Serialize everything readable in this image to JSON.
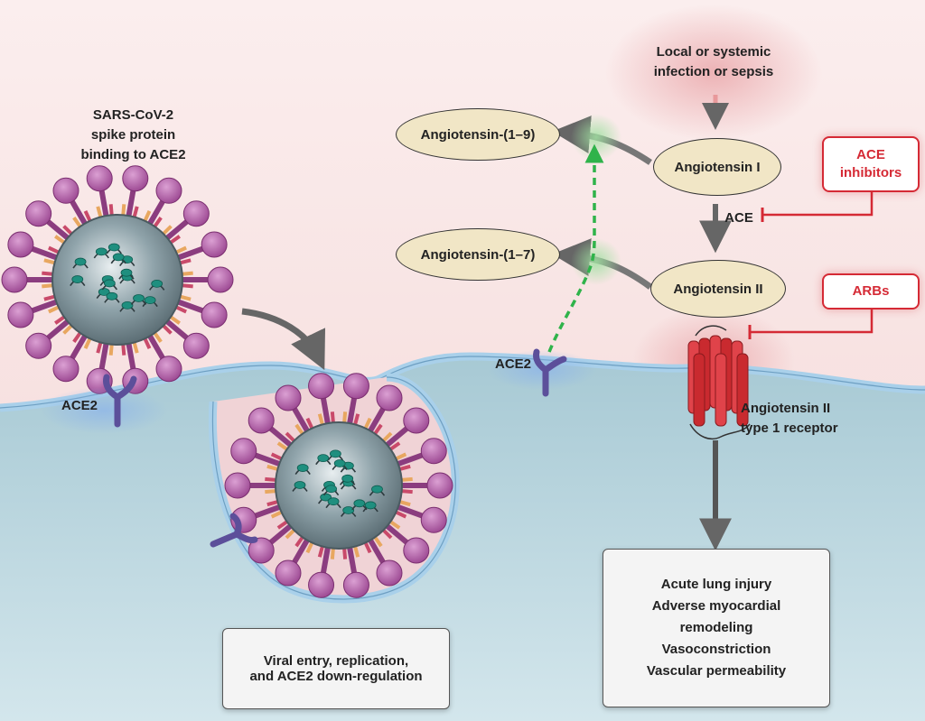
{
  "virus_label": [
    "SARS-CoV-2",
    "spike protein",
    "binding to ACE2"
  ],
  "receptor_labels": {
    "ace2_left": "ACE2",
    "ace2_right": "ACE2"
  },
  "infection_label": [
    "Local or systemic",
    "infection or sepsis"
  ],
  "ovals": {
    "ang_1_9": "Angiotensin-(1–9)",
    "ang_1": "Angiotensin I",
    "ang_1_7": "Angiotensin-(1–7)",
    "ang_2": "Angiotensin II"
  },
  "enzyme_label": "ACE",
  "inhibitors": {
    "ace_inhibitors": [
      "ACE",
      "inhibitors"
    ],
    "arbs": "ARBs"
  },
  "at1_receptor_label": [
    "Angiotensin II",
    "type 1 receptor"
  ],
  "entry_box": [
    "Viral entry, replication,",
    "and ACE2 down-regulation"
  ],
  "effects_box": [
    "Acute lung injury",
    "Adverse myocardial",
    "remodeling",
    "Vasoconstriction",
    "Vascular permeability"
  ],
  "colors": {
    "inhibitor_red": "#d52a35",
    "membrane_blue": "#a9d0ea",
    "cytoplasm": "#c3dbe3",
    "spike_purple": "#b45ea8",
    "ace2_purple": "#6a5fa8",
    "green_arrow": "#2fb34a"
  }
}
